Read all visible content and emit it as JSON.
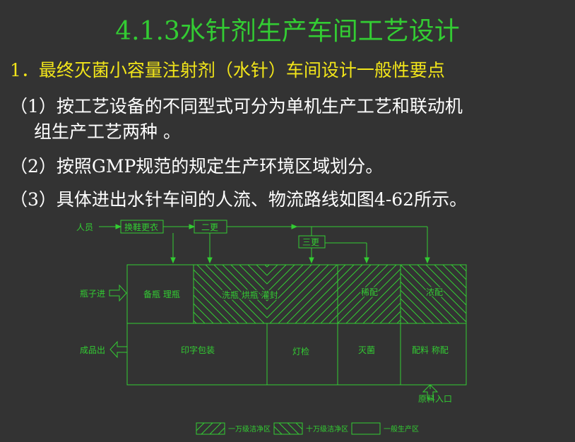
{
  "title": "4.1.3水针剂生产车间工艺设计",
  "heading": "1．最终灭菌小容量注射剂（水针）车间设计一般性要点",
  "points": [
    "（1）按工艺设备的不同型式可分为单机生产工艺和联动机",
    "组生产工艺两种 。",
    "（2）按照GMP规范的规定生产环境区域划分。",
    "（3）具体进出水针车间的人流、物流路线如图4-62所示。"
  ],
  "diagram": {
    "person": "人员",
    "change_shoes": "换鞋更衣",
    "second_change": "二更",
    "third_change": "三更",
    "bottle_in": "瓶子进",
    "product_out": "成品出",
    "raw_material_in": "原料入口",
    "rooms": {
      "prepare_bottles": "备瓶 理瓶",
      "wash_dry_fill": "洗瓶  烘瓶  灌封",
      "dilute": "稀配",
      "concentrate": "浓配",
      "print_pack": "印字包装",
      "lamp_inspect": "灯检",
      "sterilize": "灭菌",
      "weigh_material": "配料  称配"
    },
    "legend": {
      "class_10000": "一万级洁净区",
      "class_100000": "十万级洁净区",
      "general": "一般生产区"
    }
  },
  "colors": {
    "background": "#333333",
    "title": "#33cc33",
    "heading": "#f2e51a",
    "body": "#ffffff",
    "diagram": "#33cc33"
  }
}
